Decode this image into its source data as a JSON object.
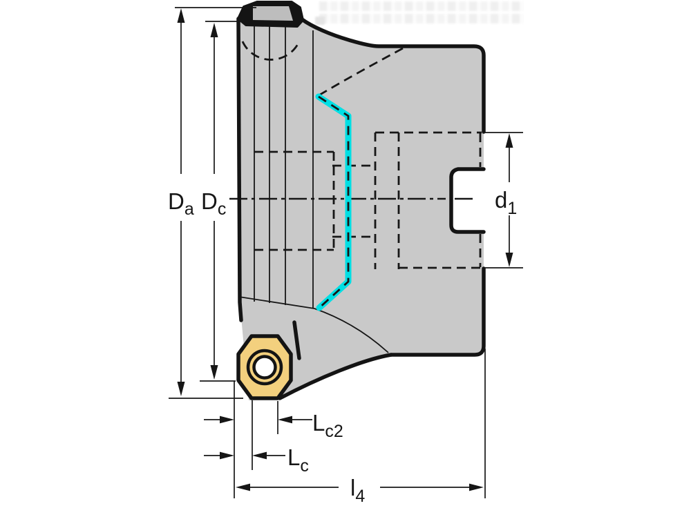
{
  "drawing": {
    "kind": "milling-cutter-side-view"
  },
  "labels": {
    "da": {
      "base": "D",
      "sub": "a"
    },
    "dc": {
      "base": "D",
      "sub": "c"
    },
    "d1": {
      "base": "d",
      "sub": "1"
    },
    "lc2": {
      "base": "L",
      "sub": "c2"
    },
    "lc": {
      "base": "L",
      "sub": "c"
    },
    "l4": {
      "base": "l",
      "sub": "4"
    }
  },
  "colors": {
    "background": "#ffffff",
    "body_fill": "#c9c9c9",
    "insert_fill": "#f3d07e",
    "highlight": "#00dfe4",
    "outline": "#141414",
    "blob_inner": "#bdbdbd"
  }
}
